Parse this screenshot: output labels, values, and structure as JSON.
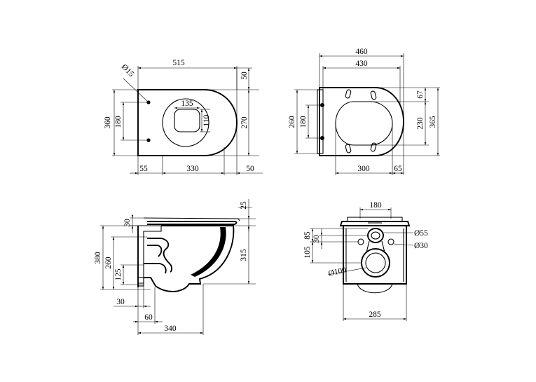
{
  "top_view": {
    "width_515": "515",
    "top_50": "50",
    "hole_dia": "Ø15",
    "depth_360": "360",
    "holes_180": "180",
    "outlet_135": "135",
    "outlet_110": "110",
    "bowl_270": "270",
    "left_55": "55",
    "bowl_330": "330",
    "right_50": "50"
  },
  "seat_view": {
    "overall_460": "460",
    "inner_430": "430",
    "right_67": "67",
    "depth_365": "365",
    "left_260": "260",
    "left_180": "180",
    "right_230": "230",
    "bottom_300": "300",
    "bottom_65": "65"
  },
  "side_view": {
    "top_25": "25",
    "top_30": "30",
    "height_380": "380",
    "height_260": "260",
    "outlet_125": "125",
    "height_315": "315",
    "foot_30": "30",
    "foot_60": "60",
    "length_340": "340"
  },
  "rear_view": {
    "top_180": "180",
    "gap_30": "30",
    "gap_85": "85",
    "gap_105": "105",
    "dia_55": "Ø55",
    "dia_30": "Ø30",
    "dia_100": "Ø100",
    "width_285": "285"
  }
}
